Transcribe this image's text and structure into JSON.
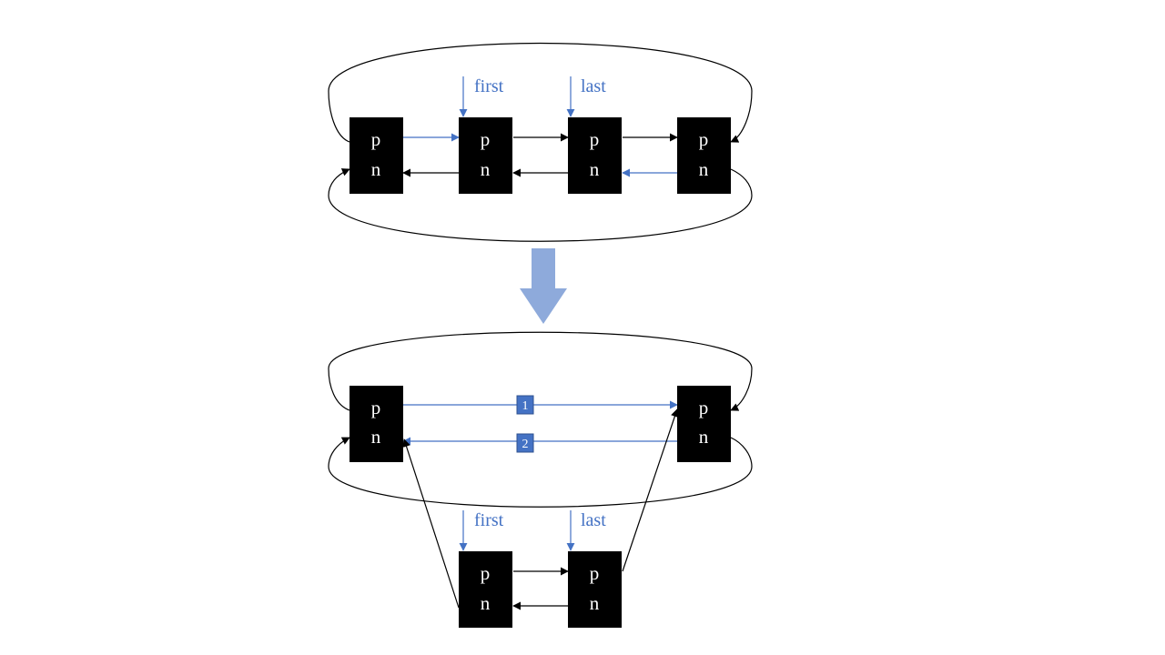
{
  "colors": {
    "node_fill": "#000000",
    "node_text": "#ffffff",
    "accent": "#4472c4",
    "big_arrow": "#8eaadb",
    "black_link": "#000000",
    "badge_fill": "#4472c4",
    "badge_border": "#2f528f"
  },
  "node_labels": {
    "prev": "p",
    "next": "n"
  },
  "pointer_labels": {
    "first": "first",
    "last": "last"
  },
  "step_badges": [
    "1",
    "2"
  ],
  "panels": {
    "before": {
      "nodes": [
        "node-a",
        "node-b",
        "node-c",
        "node-d"
      ],
      "pointers": [
        {
          "label": "first",
          "target": "node-b"
        },
        {
          "label": "last",
          "target": "node-c"
        }
      ]
    },
    "after": {
      "nodes": [
        "node-a",
        "node-d",
        "node-b",
        "node-c"
      ],
      "pointers": [
        {
          "label": "first",
          "target": "node-b"
        },
        {
          "label": "last",
          "target": "node-c"
        }
      ]
    }
  }
}
